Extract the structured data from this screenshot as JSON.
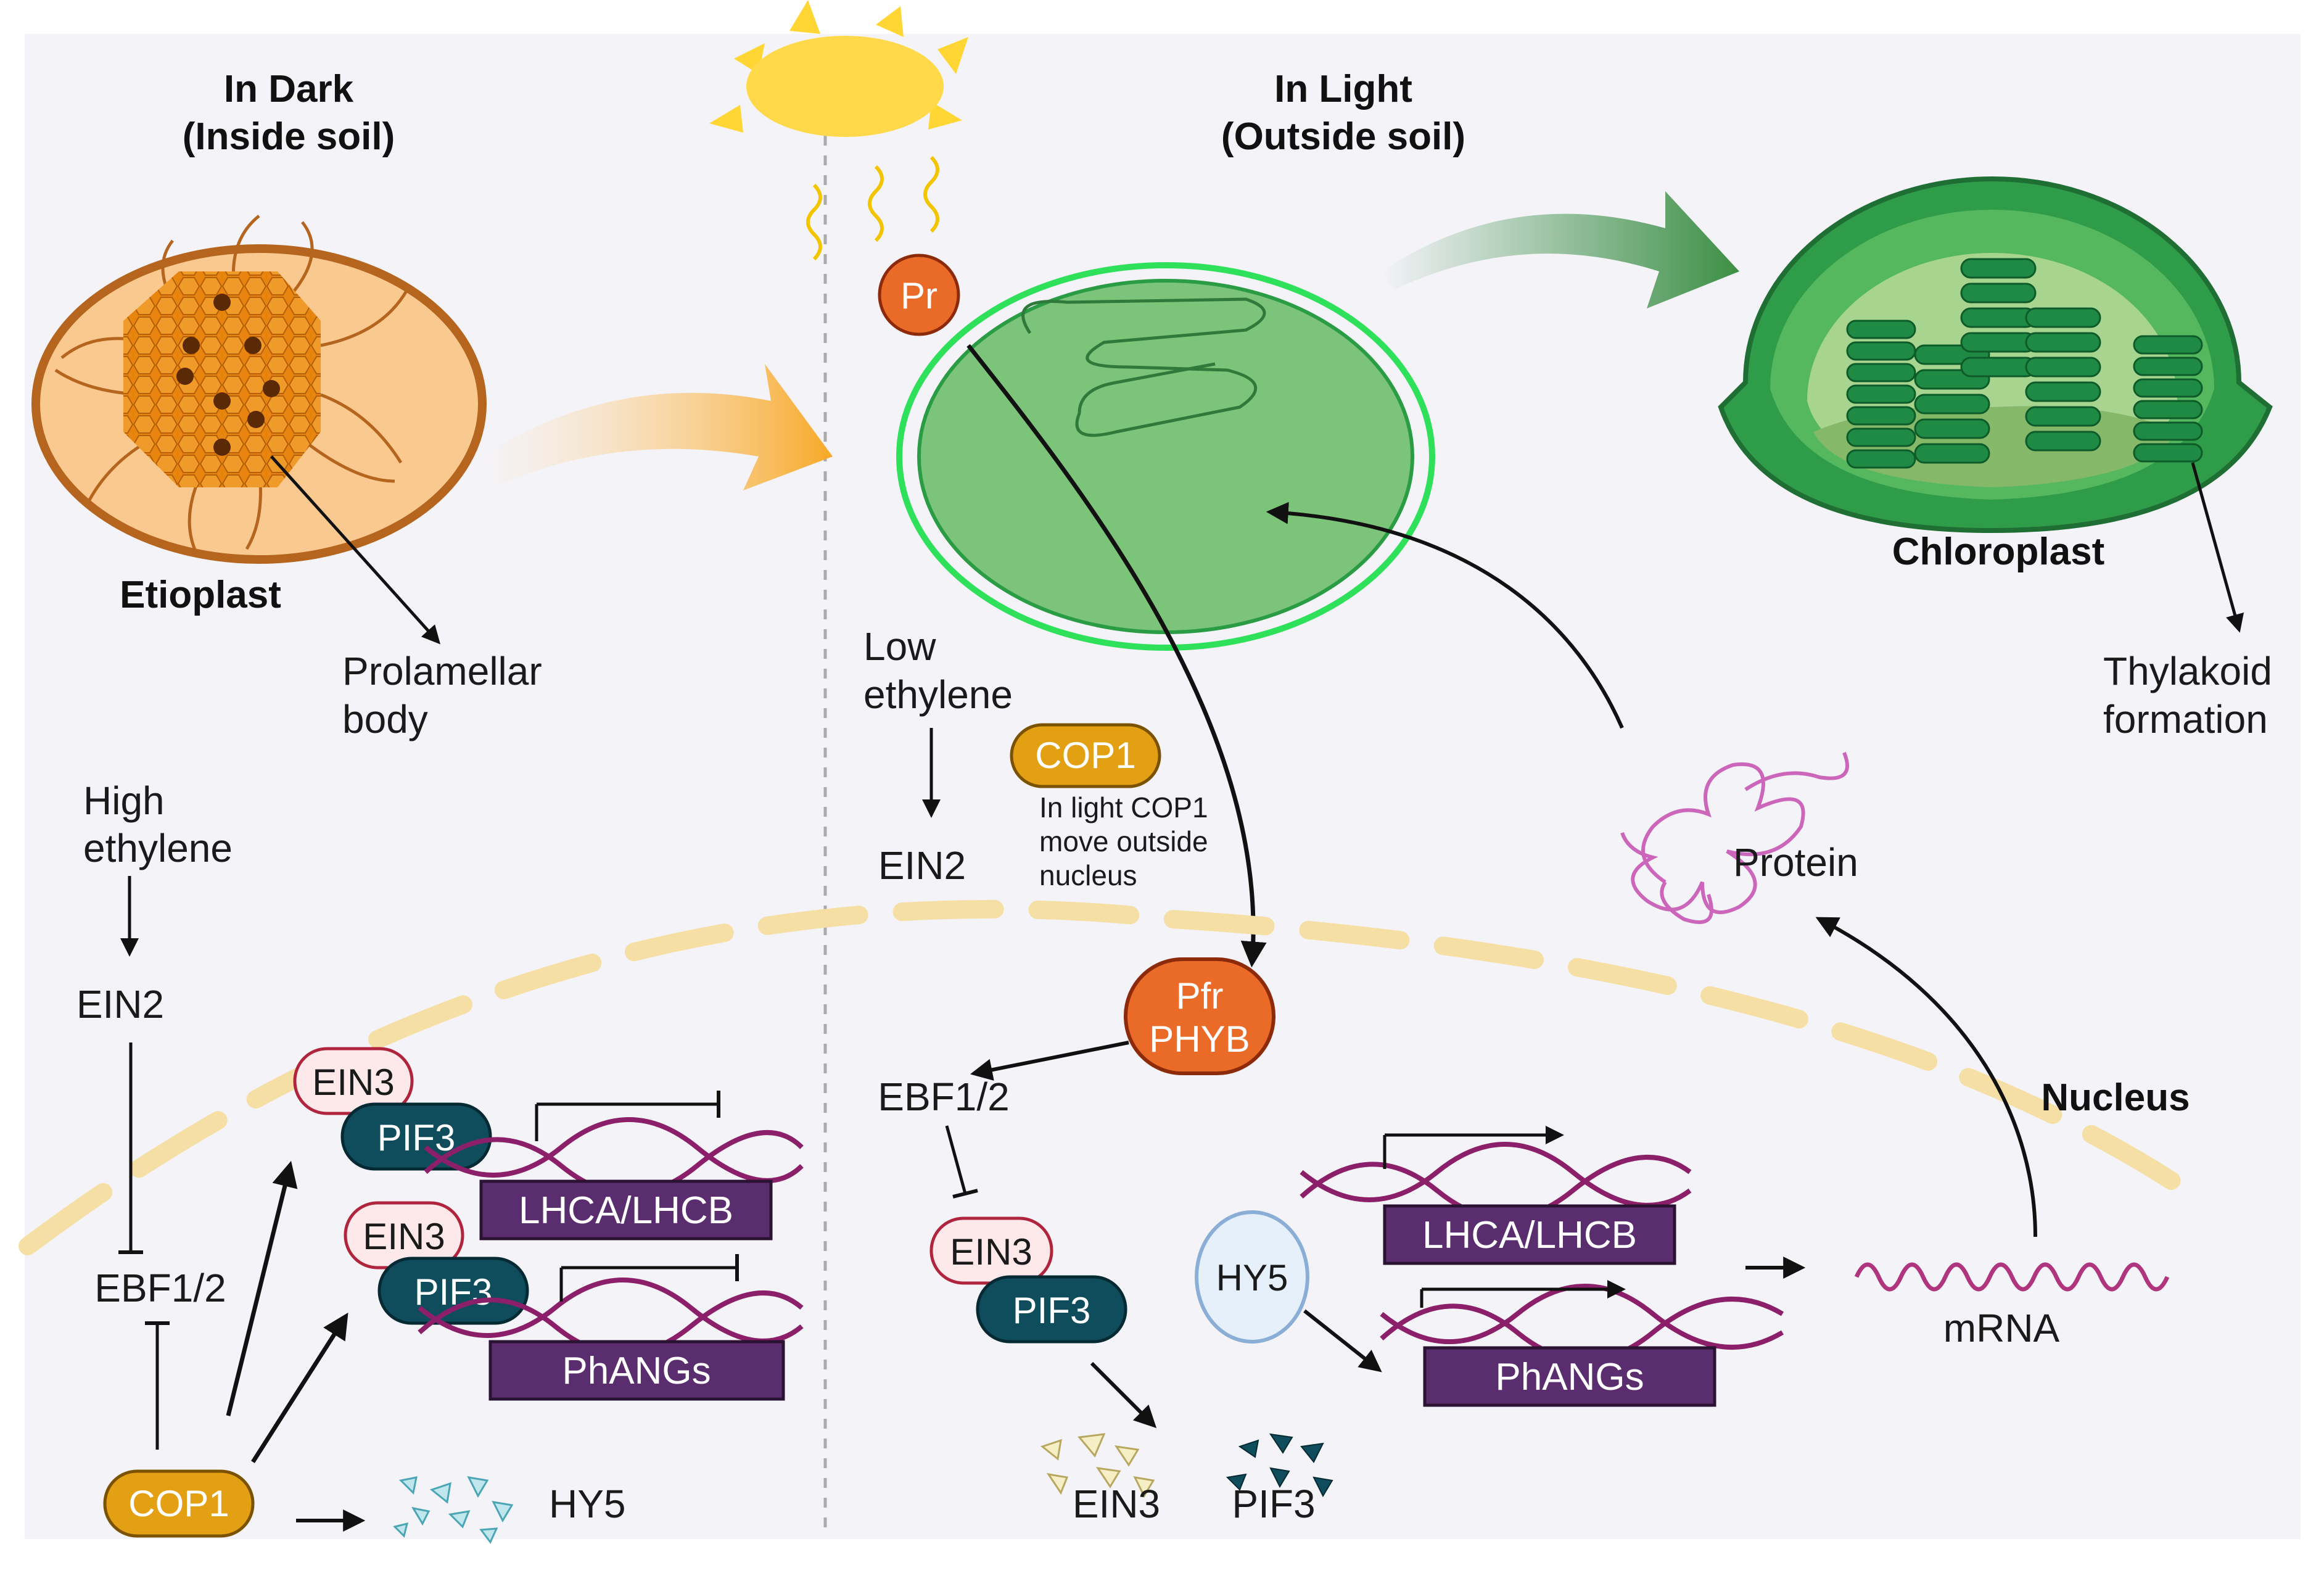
{
  "panels": {
    "dark_heading_line1": "In Dark",
    "dark_heading_line2": "(Inside soil)",
    "light_heading_line1": "In Light",
    "light_heading_line2": "(Outside soil)"
  },
  "organelles": {
    "etioplast_label": "Etioplast",
    "prolamellar_line1": "Prolamellar",
    "prolamellar_line2": "body",
    "chloroplast_label": "Chloroplast",
    "thylakoid_line1": "Thylakoid",
    "thylakoid_line2": "formation",
    "nucleus_label": "Nucleus"
  },
  "dark_pathway": {
    "high_ethylene_line1": "High",
    "high_ethylene_line2": "ethylene",
    "ein2": "EIN2",
    "ebf": "EBF1/2",
    "cop1": "COP1",
    "hy5": "HY5",
    "ein3_a": "EIN3",
    "pif3_a": "PIF3",
    "gene_a": "LHCA/LHCB",
    "ein3_b": "EIN3",
    "pif3_b": "PIF3",
    "gene_b": "PhANGs"
  },
  "light_pathway": {
    "pr": "Pr",
    "pfr_line1": "Pfr",
    "pfr_line2": "PHYB",
    "low_ethylene_line1": "Low",
    "low_ethylene_line2": "ethylene",
    "ein2": "EIN2",
    "cop1": "COP1",
    "cop1_note_line1": "In light COP1",
    "cop1_note_line2": "move outside",
    "cop1_note_line3": "nucleus",
    "ebf": "EBF1/2",
    "ein3": "EIN3",
    "pif3": "PIF3",
    "ein3_degraded": "EIN3",
    "pif3_degraded": "PIF3",
    "hy5": "HY5",
    "gene_a": "LHCA/LHCB",
    "gene_b": "PhANGs",
    "mrna": "mRNA",
    "protein": "Protein"
  },
  "colors": {
    "etioplast_fill": "#f9c98f",
    "etioplast_border": "#b5651d",
    "prolamellar": "#e8850f",
    "chloroplast_green": "#7cc47a",
    "chloroplast_border": "#2ee05a",
    "cop1": "#e2a012",
    "pif3": "#0f4c5c",
    "ein3_fill": "#fde8ea",
    "ein3_border": "#b0253d",
    "gene_box": "#5a2d6e",
    "dna_strand": "#8b1f6a",
    "phy": "#ea6b28",
    "hy5_fill": "#e5f0fa",
    "hy5_border": "#8aaed6",
    "nucleus_membrane": "#f6dfa5",
    "protein": "#cc66bb",
    "sun": "#ffd633"
  }
}
